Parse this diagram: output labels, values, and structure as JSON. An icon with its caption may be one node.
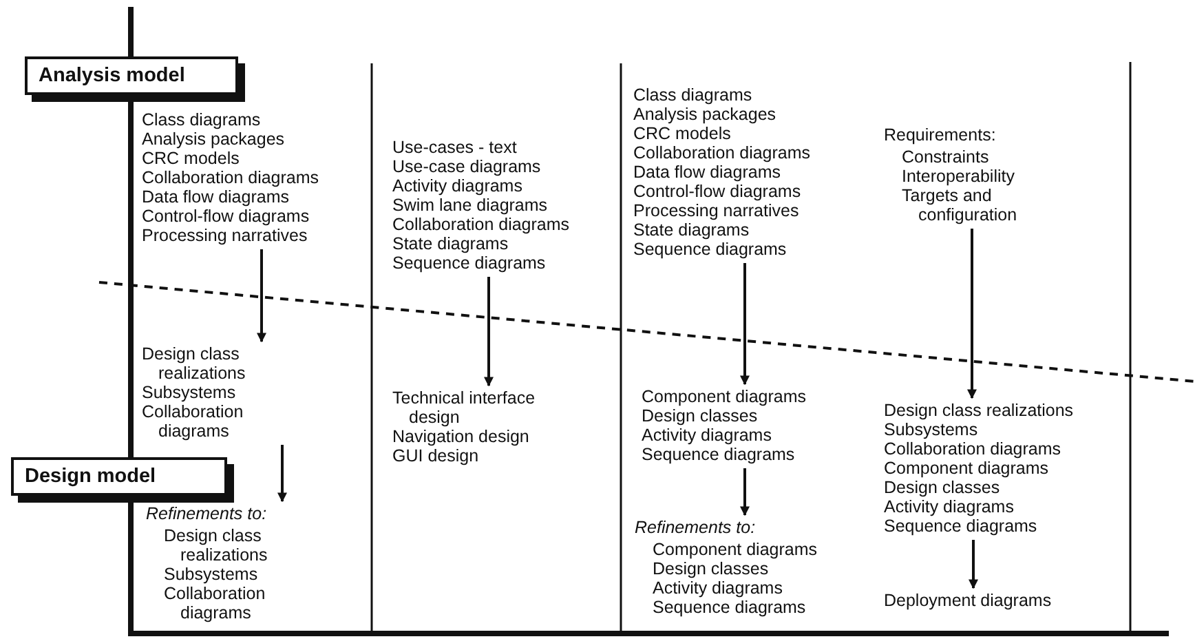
{
  "diagram": {
    "nodes": [
      {
        "text": [
          "Analysis model"
        ]
      },
      {
        "text": [
          "Class diagrams",
          "Analysis packages",
          "CRC models",
          "Collaboration diagrams",
          "Data flow diagrams",
          "Control-flow diagrams",
          "Processing narratives"
        ]
      },
      {
        "text": [
          "Design class realizations",
          "Subsystems",
          "Collaboration diagrams"
        ]
      },
      {
        "text": [
          "Design model"
        ]
      },
      {
        "text": [
          "Refinements to:",
          "Design class realizations",
          "Subsystems",
          "Collaboration diagrams"
        ]
      },
      {
        "text": [
          "Use-cases - text",
          "Use-case diagrams",
          "Activity diagrams",
          "Swim lane diagrams",
          "Collaboration diagrams",
          "State diagrams",
          "Sequence diagrams"
        ]
      },
      {
        "text": [
          "Technical interface design",
          "Navigation design",
          "GUI design"
        ]
      },
      {
        "text": [
          "Class diagrams",
          "Analysis packages",
          "CRC models",
          "Collaboration diagrams",
          "Data flow diagrams",
          "Control-flow diagrams",
          "Processing narratives",
          "State diagrams",
          "Sequence diagrams"
        ]
      },
      {
        "text": [
          "Component diagrams",
          "Design classes",
          "Activity diagrams",
          "Sequence diagrams"
        ]
      },
      {
        "text": [
          "Refinements to:",
          "Component diagrams",
          "Design classes",
          "Activity diagrams",
          "Sequence diagrams"
        ]
      },
      {
        "text": [
          "Requirements:",
          "Constraints",
          "Interoperability",
          "Targets and configuration"
        ]
      },
      {
        "text": [
          "Design class realizations",
          "Subsystems",
          "Collaboration diagrams",
          "Component diagrams",
          "Design classes",
          "Activity diagrams",
          "Sequence diagrams"
        ]
      },
      {
        "text": [
          "Deployment diagrams"
        ]
      }
    ],
    "edges": [
      {
        "from": 1,
        "to": 2,
        "arrow": "to"
      },
      {
        "from": 2,
        "to": 4,
        "arrow": "to"
      },
      {
        "from": 5,
        "to": 6,
        "arrow": "to"
      },
      {
        "from": 7,
        "to": 8,
        "arrow": "to"
      },
      {
        "from": 8,
        "to": 9,
        "arrow": "to"
      },
      {
        "from": 10,
        "to": 11,
        "arrow": "to"
      },
      {
        "from": 11,
        "to": 12,
        "arrow": "to"
      }
    ]
  }
}
